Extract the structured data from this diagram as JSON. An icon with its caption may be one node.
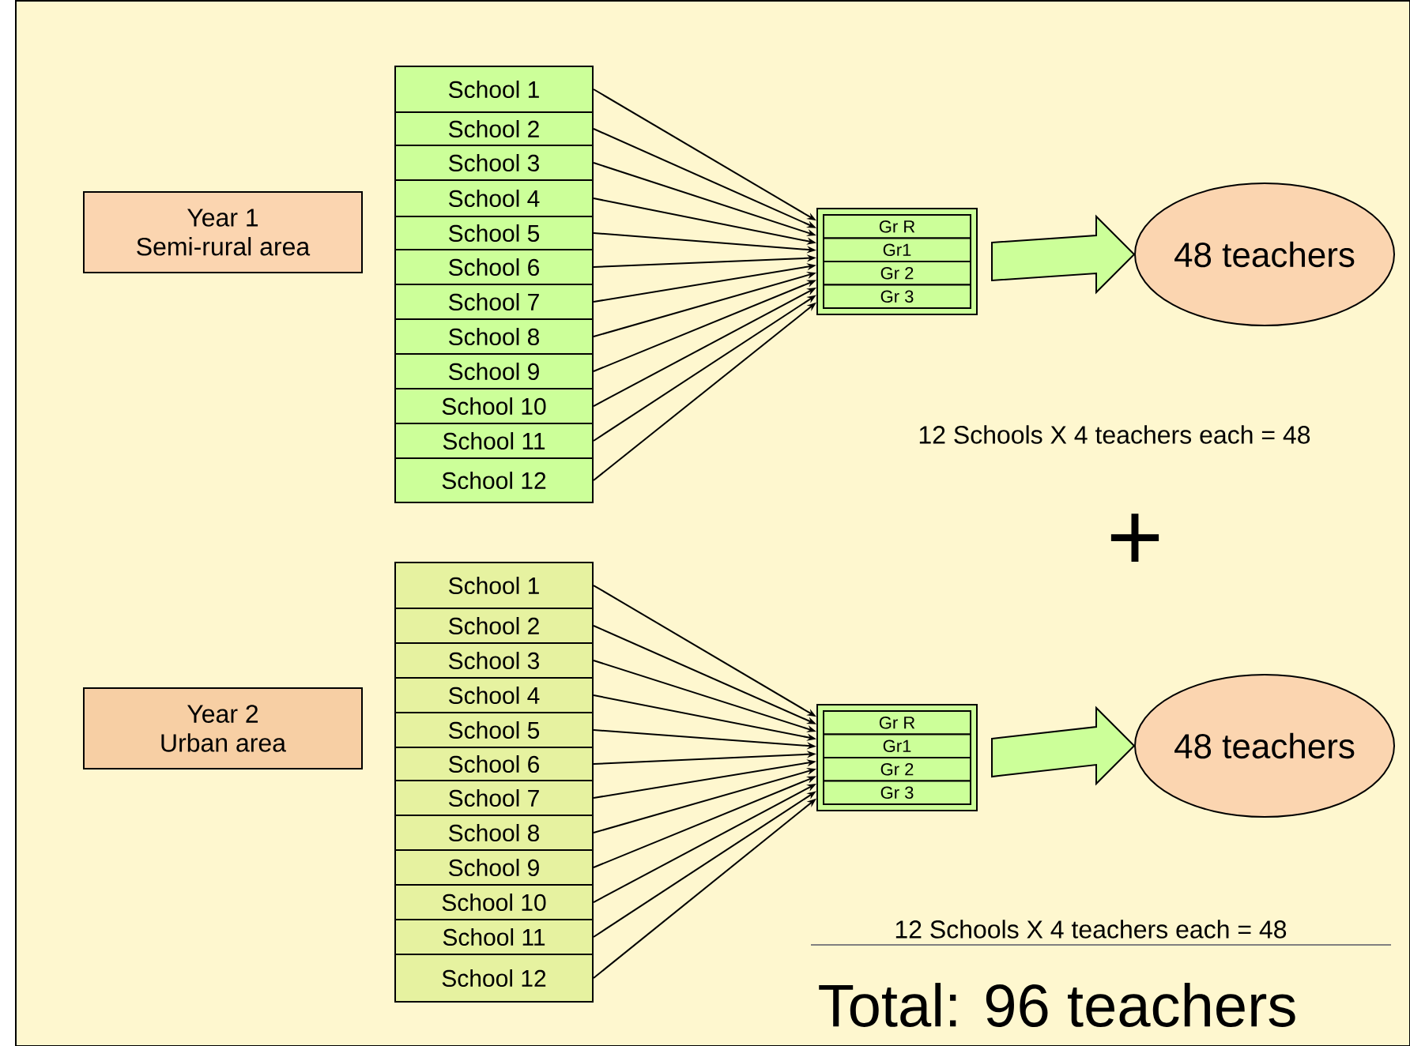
{
  "diagram": {
    "nodes": [
      {
        "text": [
          "Year 1",
          "Semi-rural area"
        ]
      },
      {
        "text": [
          "School 1"
        ]
      },
      {
        "text": [
          "School 2"
        ]
      },
      {
        "text": [
          "School 3"
        ]
      },
      {
        "text": [
          "School 4"
        ]
      },
      {
        "text": [
          "School 5"
        ]
      },
      {
        "text": [
          "School 6"
        ]
      },
      {
        "text": [
          "School 7"
        ]
      },
      {
        "text": [
          "School 8"
        ]
      },
      {
        "text": [
          "School 9"
        ]
      },
      {
        "text": [
          "School 10"
        ]
      },
      {
        "text": [
          "School 11"
        ]
      },
      {
        "text": [
          "School 12"
        ]
      },
      {
        "text": [],
        "shape": "box"
      },
      {
        "text": [
          "Gr R"
        ],
        "in": 13
      },
      {
        "text": [
          "Gr1"
        ],
        "in": 13
      },
      {
        "text": [
          "Gr 2"
        ],
        "in": 13
      },
      {
        "text": [
          "Gr 3"
        ],
        "in": 13
      },
      {
        "text": [
          "48 teachers"
        ]
      },
      {
        "text": [
          "Year 2",
          "Urban area"
        ]
      },
      {
        "text": [
          "School 1"
        ]
      },
      {
        "text": [
          "School 2"
        ]
      },
      {
        "text": [
          "School 3"
        ]
      },
      {
        "text": [
          "School 4"
        ]
      },
      {
        "text": [
          "School 5"
        ]
      },
      {
        "text": [
          "School 6"
        ]
      },
      {
        "text": [
          "School 7"
        ]
      },
      {
        "text": [
          "School 8"
        ]
      },
      {
        "text": [
          "School 9"
        ]
      },
      {
        "text": [
          "School 10"
        ]
      },
      {
        "text": [
          "School 11"
        ]
      },
      {
        "text": [
          "School 12"
        ]
      },
      {
        "text": [],
        "shape": "box"
      },
      {
        "text": [
          "Gr R"
        ],
        "in": 32
      },
      {
        "text": [
          "Gr1"
        ],
        "in": 32
      },
      {
        "text": [
          "Gr 2"
        ],
        "in": 32
      },
      {
        "text": [
          "Gr 3"
        ],
        "in": 32
      },
      {
        "text": [
          "48 teachers"
        ]
      }
    ],
    "edges": [
      {
        "from": 1,
        "to": 13,
        "arrow": "to"
      },
      {
        "from": 2,
        "to": 13,
        "arrow": "to"
      },
      {
        "from": 3,
        "to": 13,
        "arrow": "to"
      },
      {
        "from": 4,
        "to": 13,
        "arrow": "to"
      },
      {
        "from": 5,
        "to": 13,
        "arrow": "to"
      },
      {
        "from": 6,
        "to": 13,
        "arrow": "to"
      },
      {
        "from": 7,
        "to": 13,
        "arrow": "to"
      },
      {
        "from": 8,
        "to": 13,
        "arrow": "to"
      },
      {
        "from": 9,
        "to": 13,
        "arrow": "to"
      },
      {
        "from": 10,
        "to": 13,
        "arrow": "to"
      },
      {
        "from": 11,
        "to": 13,
        "arrow": "to"
      },
      {
        "from": 12,
        "to": 13,
        "arrow": "to"
      },
      {
        "from": 13,
        "to": 18,
        "arrow": "to",
        "style": "thick",
        "color": "#ccff99"
      },
      {
        "from": 20,
        "to": 32,
        "arrow": "to"
      },
      {
        "from": 21,
        "to": 32,
        "arrow": "to"
      },
      {
        "from": 22,
        "to": 32,
        "arrow": "to"
      },
      {
        "from": 23,
        "to": 32,
        "arrow": "to"
      },
      {
        "from": 24,
        "to": 32,
        "arrow": "to"
      },
      {
        "from": 25,
        "to": 32,
        "arrow": "to"
      },
      {
        "from": 26,
        "to": 32,
        "arrow": "to"
      },
      {
        "from": 27,
        "to": 32,
        "arrow": "to"
      },
      {
        "from": 28,
        "to": 32,
        "arrow": "to"
      },
      {
        "from": 29,
        "to": 32,
        "arrow": "to"
      },
      {
        "from": 30,
        "to": 32,
        "arrow": "to"
      },
      {
        "from": 31,
        "to": 32,
        "arrow": "to"
      },
      {
        "from": 32,
        "to": 37,
        "arrow": "to",
        "style": "thick",
        "color": "#ccff99"
      }
    ],
    "labels": [
      "12 Schools X 4 teachers each = 48",
      "+",
      "12 Schools X 4 teachers each = 48",
      "Total: 96 teachers"
    ]
  }
}
